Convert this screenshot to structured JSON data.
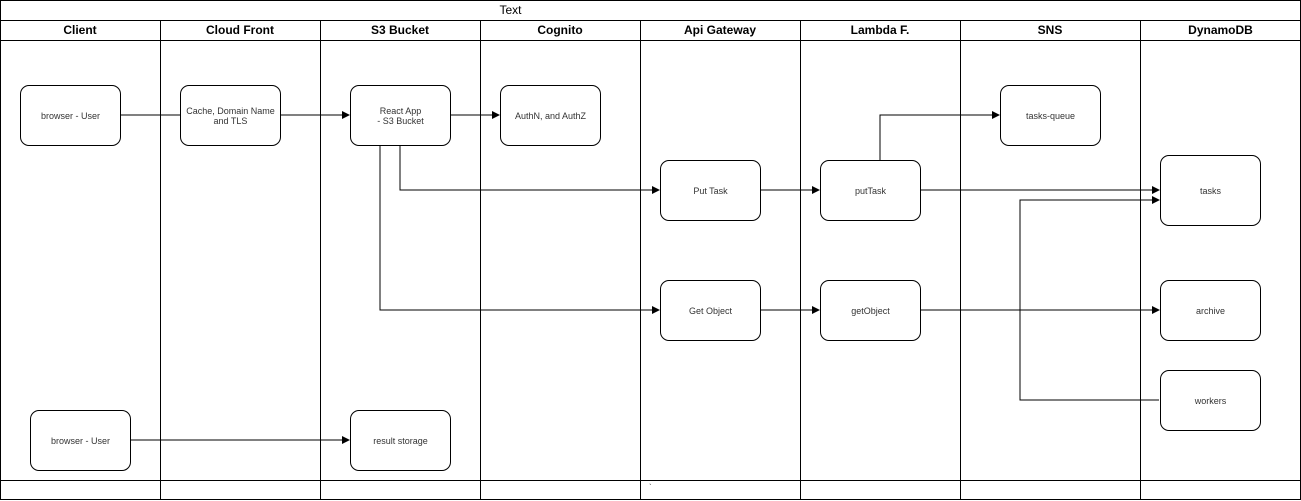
{
  "diagram": {
    "title": "Text",
    "lanes": [
      {
        "id": "client",
        "label": "Client"
      },
      {
        "id": "cloudfront",
        "label": "Cloud Front"
      },
      {
        "id": "s3",
        "label": "S3 Bucket"
      },
      {
        "id": "cognito",
        "label": "Cognito"
      },
      {
        "id": "apigw",
        "label": "Api Gateway"
      },
      {
        "id": "lambda",
        "label": "Lambda F."
      },
      {
        "id": "sns",
        "label": "SNS"
      },
      {
        "id": "dynamodb",
        "label": "DynamoDB"
      }
    ],
    "nodes": {
      "browser_user_1": "browser - User",
      "cdn": "Cache, Domain Name\nand TLS",
      "react_app": "React App\n- S3 Bucket",
      "auth": "AuthN, and AuthZ",
      "tasks_queue": "tasks-queue",
      "put_task": "Put Task",
      "put_task_fn": "putTask",
      "tasks": "tasks",
      "get_object": "Get Object",
      "get_object_fn": "getObject",
      "archive": "archive",
      "workers": "workers",
      "browser_user_2": "browser - User",
      "result_storage": "result storage"
    },
    "footer_mark": "`"
  }
}
